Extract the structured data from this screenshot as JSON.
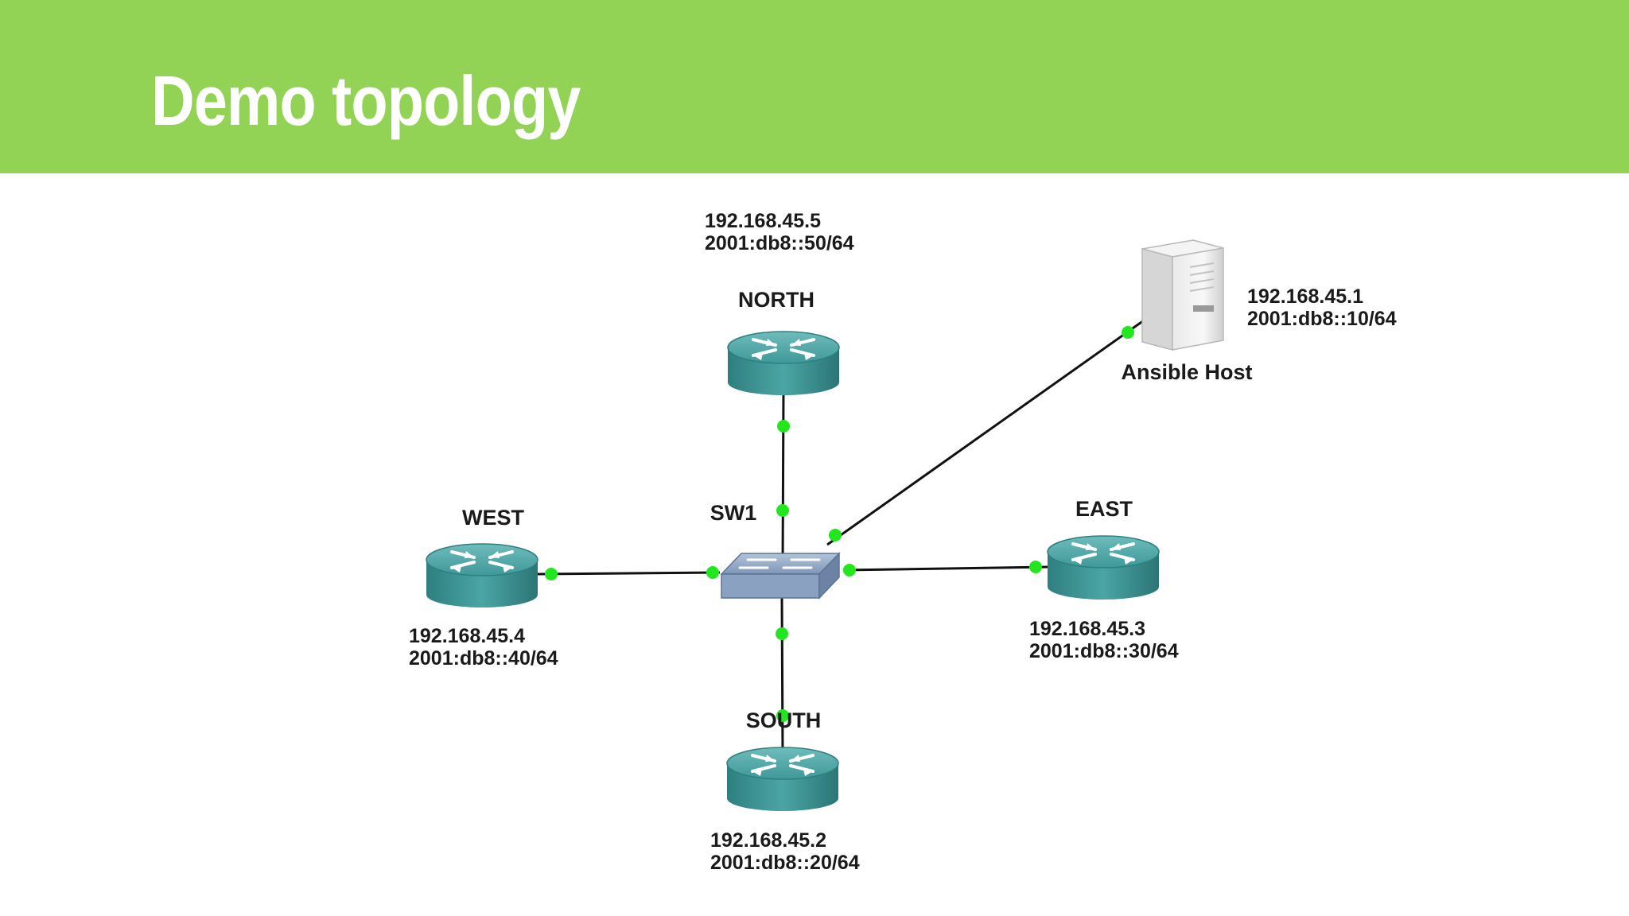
{
  "slide": {
    "title": "Demo topology",
    "colors": {
      "banner": "#92d254",
      "title_text": "#ffffff",
      "link_dot": "#22e61e",
      "router": "#3f9898",
      "switch": "#8fa6c4"
    }
  },
  "topology": {
    "switch": {
      "name": "SW1",
      "icon": "switch-icon"
    },
    "routers": {
      "north": {
        "name": "NORTH",
        "ipv4": "192.168.45.5",
        "ipv6": "2001:db8::50/64",
        "icon": "router-icon"
      },
      "west": {
        "name": "WEST",
        "ipv4": "192.168.45.4",
        "ipv6": "2001:db8::40/64",
        "icon": "router-icon"
      },
      "east": {
        "name": "EAST",
        "ipv4": "192.168.45.3",
        "ipv6": "2001:db8::30/64",
        "icon": "router-icon"
      },
      "south": {
        "name": "SOUTH",
        "ipv4": "192.168.45.2",
        "ipv6": "2001:db8::20/64",
        "icon": "router-icon"
      }
    },
    "host": {
      "name": "Ansible Host",
      "ipv4": "192.168.45.1",
      "ipv6": "2001:db8::10/64",
      "icon": "server-icon"
    }
  }
}
